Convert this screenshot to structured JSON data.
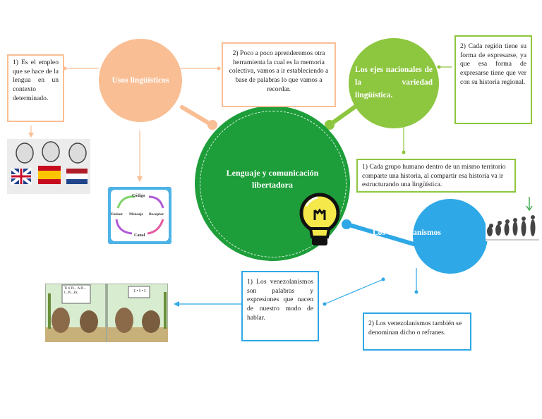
{
  "central": {
    "title": "Lenguaje y comunicación libertadora"
  },
  "nodes": {
    "usos": {
      "title": "Usos lingüísticos"
    },
    "ejes": {
      "title": "Los ejes nacionales de la variedad lingüística."
    },
    "venezolanismos": {
      "title": "Los venezolanismos"
    }
  },
  "boxes": {
    "usos_1": "1) Es el empleo que se hace de la lengua en un contexto determinado.",
    "usos_2": "2) Poco a poco aprenderemos otra herramienta la cual es la memoria colectiva, vamos a ir estableciendo a base de palabras lo que vamos a recordar.",
    "ejes_1": "1) Cada grupo humano dentro de un mismo territorio comparte una historia, al compartir esa historia va ir estructurando una lingüística.",
    "ejes_2": "2) Cada región tiene su forma de expresarse, ya que esa forma de expresarse tiene que ver con su historia regional.",
    "ven_1": "1) Los venezolanismos son palabras y expresiones que nacen de nuestro modo de hablar.",
    "ven_2": "2) Los venezolanismos también se denominan dicho o refranes."
  },
  "communication_image": {
    "codigo": "Código",
    "emisor": "Emisor",
    "mensaje": "Mensaje",
    "receptor": "Receptor",
    "canal": "Canal"
  },
  "comic": {
    "bubble_left": "Tí tí Pi... A Pi... I...Pi...Ek",
    "bubble_right": "I • I • I"
  },
  "colors": {
    "central": "#1e9e3a",
    "usos": "#f9be94",
    "ejes": "#8dc63f",
    "venezolanismos": "#2ea8e6"
  },
  "icons": [
    "lightbulb-icon",
    "arrow-down-icon",
    "human-evolution-icon"
  ]
}
